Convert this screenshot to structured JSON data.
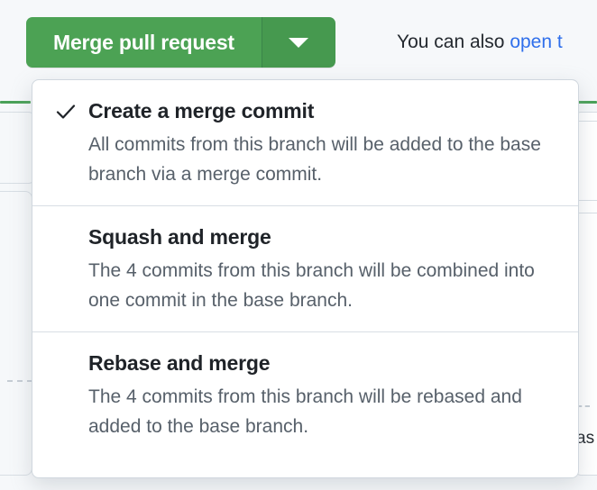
{
  "background": {
    "partial_text_right": "as",
    "colors": {
      "page_bg": "#f6f8fa",
      "card_border": "#d8dee4",
      "green_rule": "#4aa158"
    }
  },
  "toolbar": {
    "merge_button_label": "Merge pull request",
    "dropdown_caret_icon": "chevron-down-icon",
    "also_prefix": "You can also ",
    "also_link_label": "open t",
    "colors": {
      "merge_green": "#4ca254",
      "merge_green_dark": "#46994f",
      "link_blue": "#2f6feb"
    }
  },
  "dropdown": {
    "items": [
      {
        "title": "Create a merge commit",
        "description": "All commits from this branch will be added to the base branch via a merge commit.",
        "selected": true,
        "check_icon": "check-icon"
      },
      {
        "title": "Squash and merge",
        "description": "The 4 commits from this branch will be combined into one commit in the base branch.",
        "selected": false,
        "check_icon": ""
      },
      {
        "title": "Rebase and merge",
        "description": "The 4 commits from this branch will be rebased and added to the base branch.",
        "selected": false,
        "check_icon": ""
      }
    ]
  }
}
